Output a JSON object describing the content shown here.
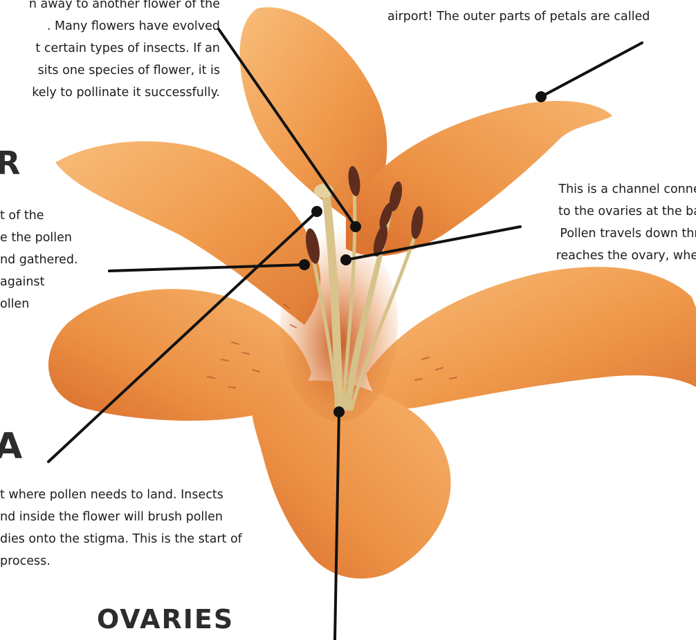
{
  "texts": {
    "top_left": [
      "n away to another flower of the",
      ". Many flowers have evolved",
      "t certain types of insects. If an",
      "sits one species of flower, it is",
      "kely to pollinate it successfully."
    ],
    "top_right": [
      "airport! The outer parts of petals are called"
    ],
    "right": [
      "This is a channel conne",
      "to the ovaries at the ba",
      "Pollen travels down thr",
      "reaches the ovary, wher"
    ],
    "left": [
      "t of the",
      "e the pollen",
      "nd gathered.",
      "against",
      "ollen"
    ],
    "bottom_left": [
      "t where pollen needs to land. Insects",
      "nd inside the flower will brush pollen",
      "dies onto the stigma. This is the start of",
      "  process."
    ]
  },
  "headings": {
    "anther_fragment": "R",
    "stigma_fragment": "A",
    "ovaries": "OVARIES"
  },
  "colors": {
    "petal_light": "#f6b06a",
    "petal_mid": "#ee9448",
    "petal_dark": "#d9702f",
    "filament": "#d8c48a",
    "anther": "#5e2d1e",
    "leader_line": "#111111",
    "text": "#1c1c1c"
  }
}
